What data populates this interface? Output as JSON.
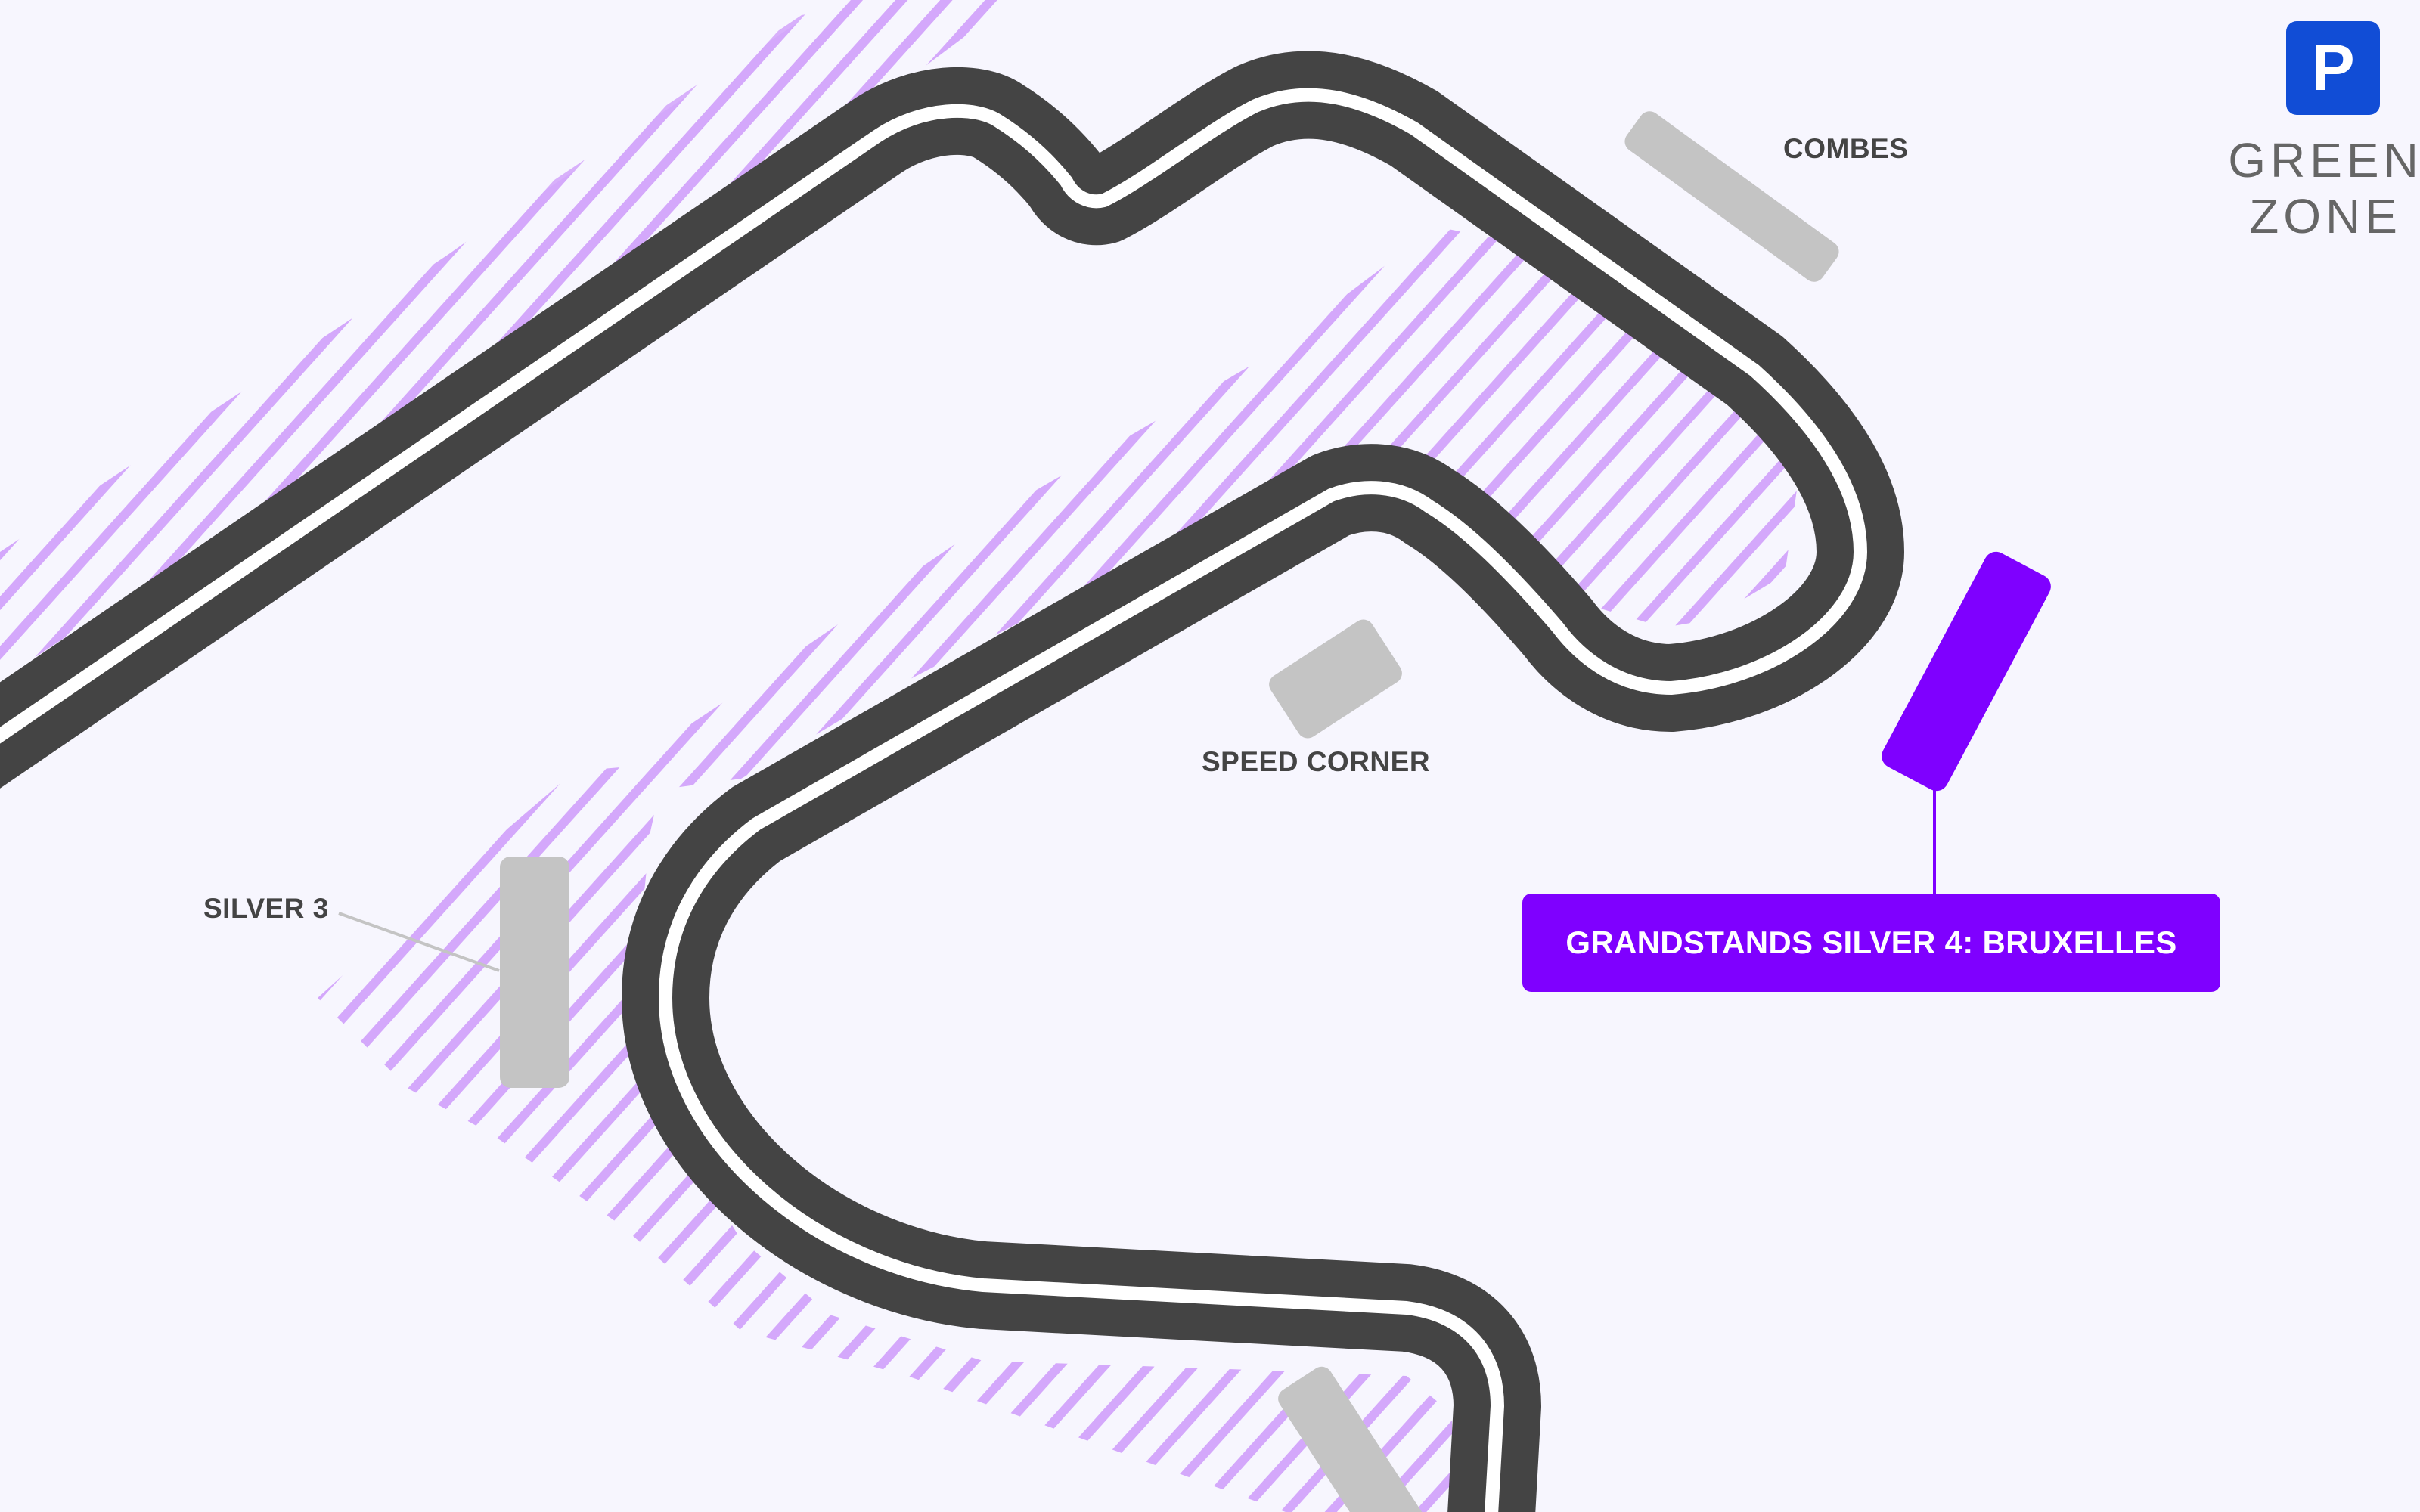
{
  "map": {
    "background_color": "#f7f6fe",
    "track": {
      "asphalt_color": "#444444",
      "center_line_color": "#ffffff"
    },
    "hatch_color": "#d4a8fb",
    "grandstand_color": "#c4c4c4",
    "highlight_color": "#7f00ff"
  },
  "labels": {
    "combes": "COMBES",
    "speed_corner": "SPEED CORNER",
    "silver_3": "SILVER 3"
  },
  "parking": {
    "icon_letter": "P",
    "icon_color": "#114dd6",
    "zone_line1": "GREEN",
    "zone_line2": "ZONE"
  },
  "callout": {
    "title": "GRANDSTANDS SILVER 4: BRUXELLES",
    "color": "#7f00ff"
  }
}
